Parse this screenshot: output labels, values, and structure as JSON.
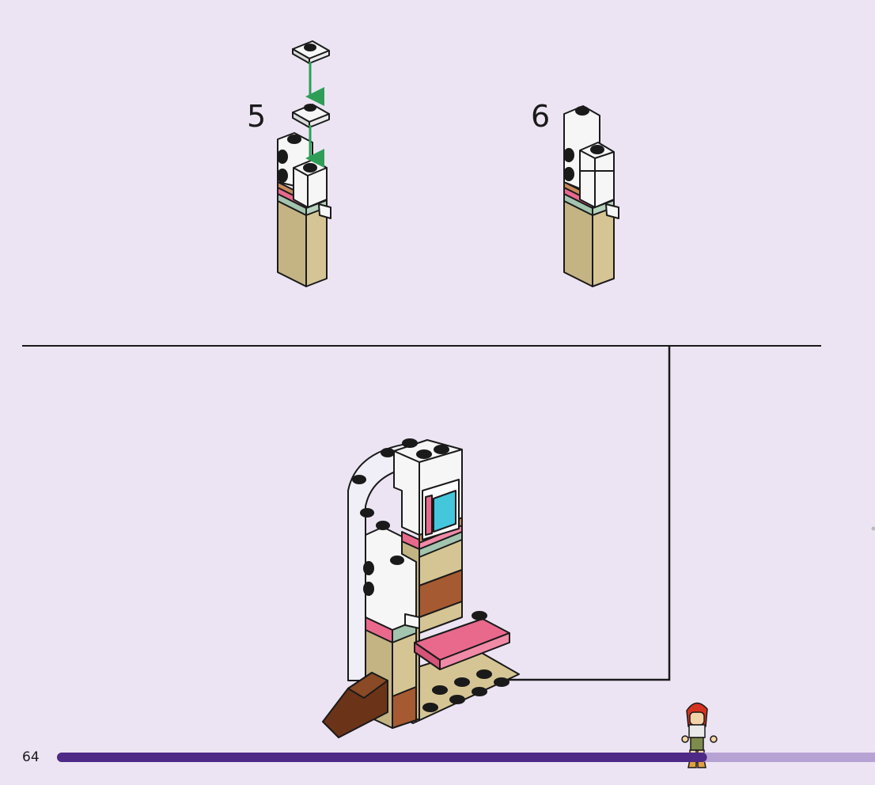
{
  "steps": [
    {
      "number": "5"
    },
    {
      "number": "6"
    }
  ],
  "page": {
    "number": "64"
  },
  "colors": {
    "background": "#ece4f3",
    "progress_filled": "#4e2a86",
    "progress_remaining": "#b7a2d4",
    "arrow_green": "#2e9e57",
    "brick_tan": "#d6c594",
    "brick_pink": "#e9698d",
    "brick_teal": "#a3c4ae",
    "brick_brown": "#a65a32",
    "brick_white": "#f6f6f6"
  },
  "progress": {
    "fraction": 0.79
  },
  "icons": [
    "stud-icon",
    "build-arrow-icon",
    "figure-icon",
    "sticker-icon"
  ]
}
